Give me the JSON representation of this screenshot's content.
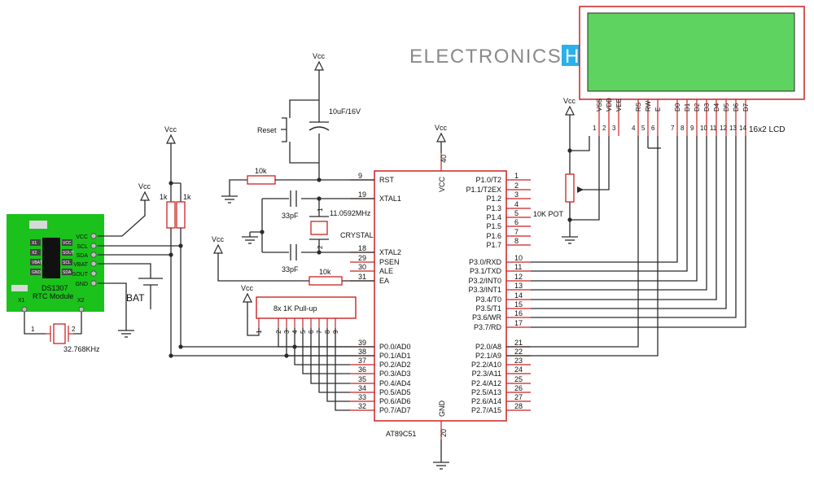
{
  "logo": {
    "text_left": "ELECTRONICS",
    "text_right": "HUB"
  },
  "lcd": {
    "label": "16x2 LCD",
    "pin_names": [
      "VSS",
      "VDD",
      "VEE",
      "RS",
      "RW",
      "E",
      "D0",
      "D1",
      "D2",
      "D3",
      "D4",
      "D5",
      "D6",
      "D7"
    ],
    "pin_numbers": [
      "1",
      "2",
      "3",
      "4",
      "5",
      "6",
      "7",
      "8",
      "9",
      "10",
      "11",
      "12",
      "13",
      "14"
    ]
  },
  "mcu": {
    "name": "AT89C51",
    "vcc_label": "VCC",
    "vcc_pin": "40",
    "gnd_label": "GND",
    "gnd_pin": "20",
    "left_pins": [
      [
        "9",
        "RST"
      ],
      [
        "19",
        "XTAL1"
      ],
      [
        "18",
        "XTAL2"
      ],
      [
        "29",
        "PSEN"
      ],
      [
        "30",
        "ALE"
      ],
      [
        "31",
        "EA"
      ],
      [
        "39",
        "P0.0/AD0"
      ],
      [
        "38",
        "P0.1/AD1"
      ],
      [
        "37",
        "P0.2/AD2"
      ],
      [
        "36",
        "P0.3/AD3"
      ],
      [
        "35",
        "P0.4/AD4"
      ],
      [
        "34",
        "P0.5/AD5"
      ],
      [
        "33",
        "P0.6/AD6"
      ],
      [
        "32",
        "P0.7/AD7"
      ]
    ],
    "right_pins": [
      [
        "1",
        "P1.0/T2"
      ],
      [
        "2",
        "P1.1/T2EX"
      ],
      [
        "3",
        "P1.2"
      ],
      [
        "4",
        "P1.3"
      ],
      [
        "5",
        "P1.4"
      ],
      [
        "6",
        "P1.5"
      ],
      [
        "7",
        "P1.6"
      ],
      [
        "8",
        "P1.7"
      ],
      [
        "10",
        "P3.0/RXD"
      ],
      [
        "11",
        "P3.1/TXD"
      ],
      [
        "12",
        "P3.2/INT0"
      ],
      [
        "13",
        "P3.3/INT1"
      ],
      [
        "14",
        "P3.4/T0"
      ],
      [
        "15",
        "P3.5/T1"
      ],
      [
        "16",
        "P3.6/WR"
      ],
      [
        "17",
        "P3.7/RD"
      ],
      [
        "21",
        "P2.0/A8"
      ],
      [
        "22",
        "P2.1/A9"
      ],
      [
        "23",
        "P2.2/A10"
      ],
      [
        "24",
        "P2.3/A11"
      ],
      [
        "25",
        "P2.4/A12"
      ],
      [
        "26",
        "P2.5/A13"
      ],
      [
        "27",
        "P2.6/A14"
      ],
      [
        "28",
        "P2.7/A15"
      ]
    ]
  },
  "rtc": {
    "name": "DS1307",
    "subtitle": "RTC Module",
    "pins": [
      "VCC",
      "SCL",
      "SDA",
      "VBAT",
      "SOUT",
      "GND"
    ],
    "chip_left": [
      "X1",
      "X2",
      "VBAT",
      "GND"
    ],
    "chip_right": [
      "VCC",
      "SOUT",
      "SCL",
      "SDA"
    ],
    "x1": "X1",
    "x2": "X2"
  },
  "crystal_rtc": {
    "label": "32.768KHz",
    "pin1": "1",
    "pin2": "2"
  },
  "battery": {
    "label": "BAT"
  },
  "pullups_i2c": {
    "r1": "1k",
    "r2": "1k"
  },
  "reset": {
    "label": "Reset",
    "cap": "10uF/16V",
    "res": "10k"
  },
  "crystal": {
    "freq": "11.0592MHz",
    "label": "CRYSTAL",
    "cap1": "33pF",
    "cap2": "33pF",
    "pin1": "1",
    "pin2": "2"
  },
  "ea_resistor": {
    "value": "10k"
  },
  "pullup_pack": {
    "label": "8x 1K Pull-up",
    "pins": [
      "1",
      "2",
      "3",
      "4",
      "5",
      "6",
      "7",
      "8",
      "9"
    ]
  },
  "pot": {
    "label": "10K POT"
  },
  "supplies": {
    "vcc": "Vcc"
  },
  "colors": {
    "board": "#1bc21b",
    "lcd_screen": "#5fd35f",
    "wire": "#2b2b2b",
    "pin": "#cc2222"
  }
}
